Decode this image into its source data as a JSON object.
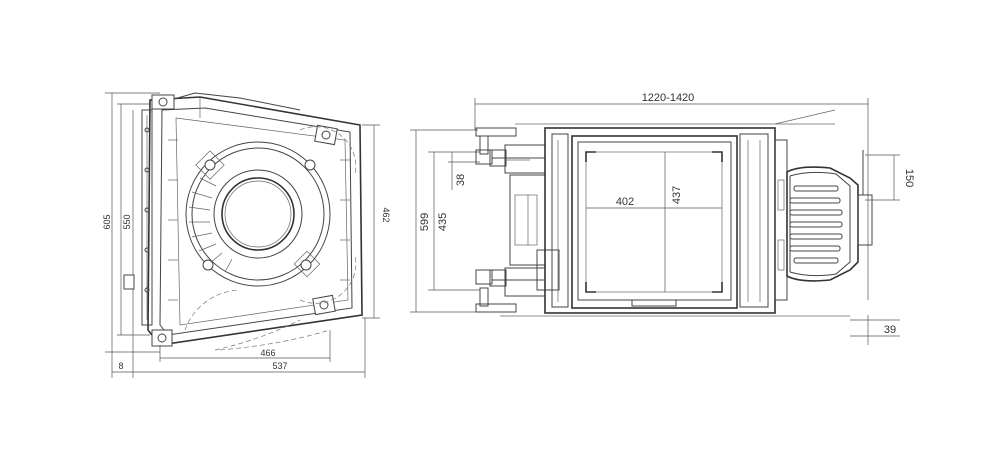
{
  "left_view": {
    "dims": {
      "height_total": "605",
      "height_inner": "550",
      "height_right": "462",
      "width_bottom": "466",
      "width_total": "537",
      "offset_left": "8"
    }
  },
  "right_view": {
    "dims": {
      "width_range": "1220-1420",
      "height_total": "599",
      "height_inner": "435",
      "offset_small": "38",
      "glass_width": "402",
      "glass_height": "437",
      "flue_diameter": "150",
      "flue_offset": "39"
    }
  }
}
